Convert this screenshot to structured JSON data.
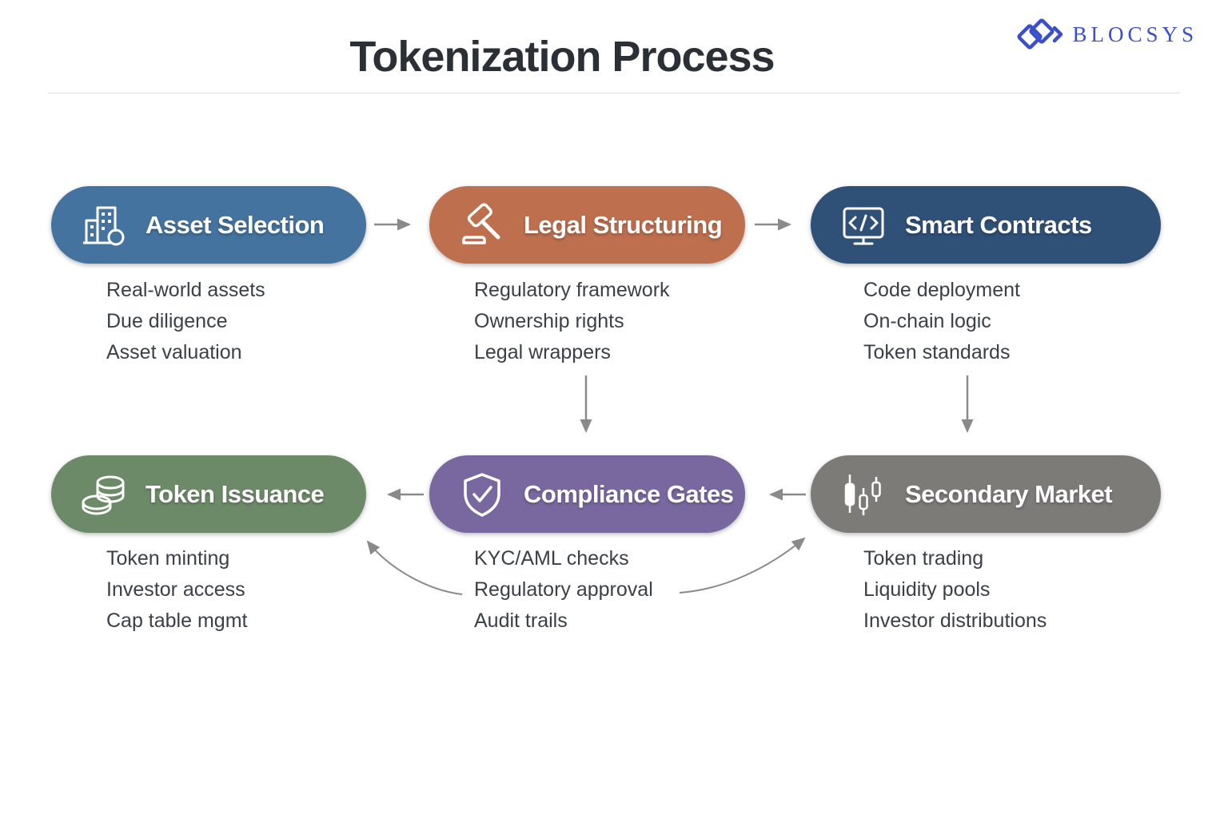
{
  "title": "Tokenization Process",
  "brand": {
    "name": "BLOCSYS",
    "color": "#3b50c8"
  },
  "arrow_color": "#8a8a8a",
  "stages": [
    {
      "label": "Asset Selection",
      "icon": "building-search-icon",
      "color": "#44739f",
      "items": [
        "Real-world assets",
        "Due diligence",
        "Asset valuation"
      ]
    },
    {
      "label": "Legal Structuring",
      "icon": "gavel-icon",
      "color": "#bd6f4e",
      "items": [
        "Regulatory framework",
        "Ownership rights",
        "Legal wrappers"
      ]
    },
    {
      "label": "Smart Contracts",
      "icon": "code-monitor-icon",
      "color": "#2f5077",
      "items": [
        "Code deployment",
        "On-chain logic",
        "Token standards"
      ]
    },
    {
      "label": "Token Issuance",
      "icon": "coins-icon",
      "color": "#6c8a68",
      "items": [
        "Token minting",
        "Investor access",
        "Cap table mgmt"
      ]
    },
    {
      "label": "Compliance Gates",
      "icon": "shield-check-icon",
      "color": "#79689f",
      "items": [
        "KYC/AML checks",
        "Regulatory approval",
        "Audit trails"
      ]
    },
    {
      "label": "Secondary Market",
      "icon": "candlestick-chart-icon",
      "color": "#7c7b78",
      "items": [
        "Token trading",
        "Liquidity pools",
        "Investor distributions"
      ]
    }
  ]
}
